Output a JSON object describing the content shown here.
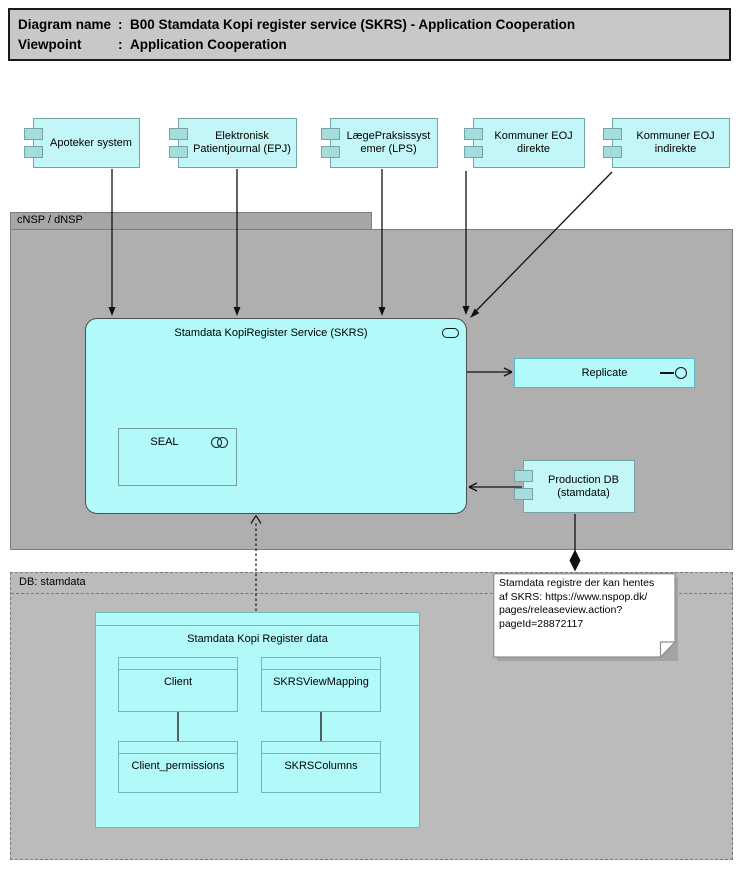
{
  "title_block": {
    "rows": [
      {
        "label": "Diagram name",
        "sep": ":",
        "value": "B00 Stamdata Kopi register service (SKRS) - Application Cooperation"
      },
      {
        "label": "Viewpoint",
        "sep": ":",
        "value": "Application Cooperation"
      }
    ]
  },
  "actors": [
    {
      "label": "Apoteker system"
    },
    {
      "label": "Elektronisk Patientjournal (EPJ)"
    },
    {
      "label": "LægePraksissystemer (LPS)"
    },
    {
      "label": "Kommuner EOJ direkte"
    },
    {
      "label": "Kommuner EOJ indirekte"
    }
  ],
  "cnsp_group": {
    "label": "cNSP / dNSP",
    "service": {
      "label": "Stamdata KopiRegister Service (SKRS)"
    },
    "seal": {
      "label": "SEAL"
    },
    "replicate": {
      "label": "Replicate"
    },
    "production_db": {
      "label": "Production DB (stamdata)"
    }
  },
  "db_group": {
    "label": "DB: stamdata",
    "data_object": {
      "label": "Stamdata Kopi Register data"
    },
    "tables": [
      {
        "label": "Client"
      },
      {
        "label": "SKRSViewMapping"
      },
      {
        "label": "Client_permissions"
      },
      {
        "label": "SKRSColumns"
      }
    ]
  },
  "note": {
    "text": "Stamdata registre der kan hentes\naf SKRS: https://www.nspop.dk/\npages/releaseview.action?\npageId=28872117"
  },
  "icons": {
    "component": "uml-component-tabs",
    "application_service": "rounded-rectangle-pill",
    "collaboration": "two-overlapping-circles",
    "interface": "line-with-circle",
    "composition": "filled-diamond",
    "access": "dotted-open-arrow"
  },
  "colors": {
    "element_fill": "#C3F6F6",
    "element_tab_fill": "#A5DCDC",
    "element_border": "#76A3A6",
    "service_fill": "#B2F9F9",
    "container_fill": "#AFAFAF",
    "db_container_fill": "#BBBBBB",
    "title_fill": "#C8C8C8",
    "note_fill": "#FFFFFF",
    "line": "#111111"
  }
}
